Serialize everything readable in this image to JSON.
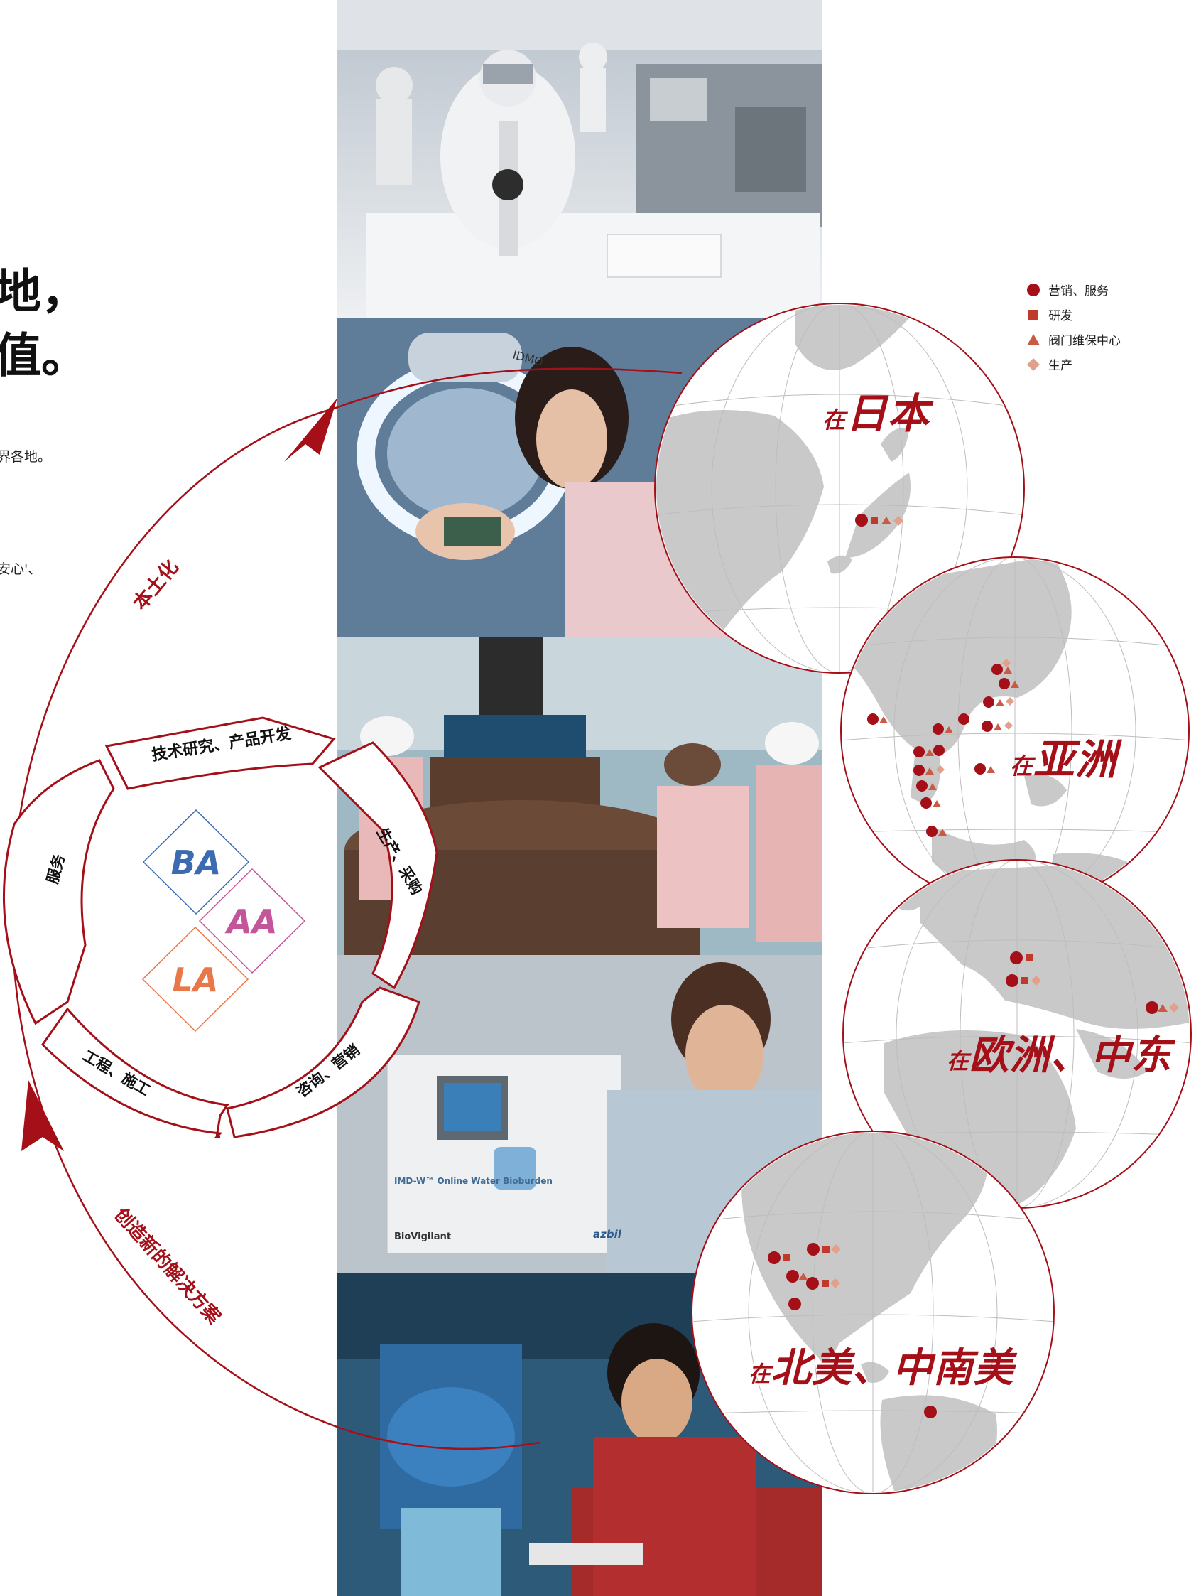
{
  "headline": {
    "line1": "地，",
    "line2": "值。"
  },
  "body": {
    "line1": "界各地。",
    "line2": "安心'、"
  },
  "legend": [
    {
      "symbol": "circle",
      "label": "营销、服务"
    },
    {
      "symbol": "square",
      "label": "研发"
    },
    {
      "symbol": "triangle",
      "label": "阀门维保中心"
    },
    {
      "symbol": "diamond",
      "label": "生产"
    }
  ],
  "arrows": {
    "top": "本土化",
    "bottom": "创造新的解决方案"
  },
  "cycle": {
    "segments": [
      "技术研究、产品开发",
      "生产、采购",
      "咨询、营销",
      "工程、施工",
      "服务"
    ],
    "center": [
      "BA",
      "AA",
      "LA"
    ]
  },
  "regions": [
    {
      "prefix": "在",
      "name": "日本"
    },
    {
      "prefix": "在",
      "name": "亚洲"
    },
    {
      "prefix": "在",
      "name": "欧洲、中东"
    },
    {
      "prefix": "在",
      "name": "北美、中南美"
    }
  ],
  "photo_text": {
    "machine_label": "IMD-W™ Online Water Bioburden",
    "brand_bv": "BioVigilant",
    "brand_azbil": "azbil",
    "lamp_label": "IDMO"
  },
  "colors": {
    "accent": "#a40f18",
    "legend_light": "#e2a08a",
    "ba": "#3b6bb0",
    "aa": "#c4559a",
    "la": "#e8784a",
    "globe_land": "#c9c9c9"
  }
}
